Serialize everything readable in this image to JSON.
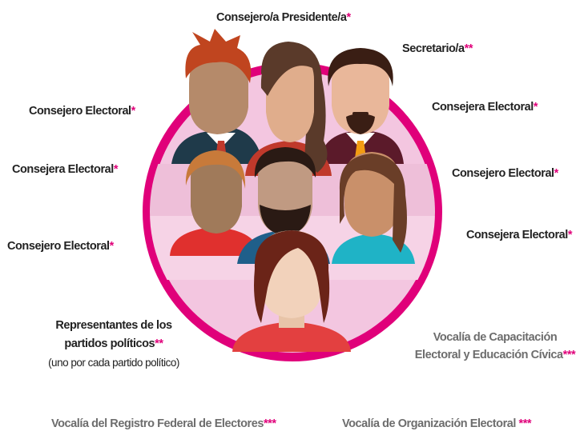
{
  "roles": {
    "presidente": {
      "label": "Consejero/a Presidente/a",
      "mark": "*"
    },
    "secretario": {
      "label": "Secretario/a",
      "mark": "**"
    },
    "consejero_left_1": {
      "label": "Consejero Electoral",
      "mark": "*"
    },
    "consejera_left_2": {
      "label": "Consejera Electoral",
      "mark": "*"
    },
    "consejero_left_3": {
      "label": "Consejero Electoral",
      "mark": "*"
    },
    "consejera_right_1": {
      "label": "Consejera Electoral",
      "mark": "*"
    },
    "consejero_right_2": {
      "label": "Consejero Electoral",
      "mark": "*"
    },
    "consejera_right_3": {
      "label": "Consejera Electoral",
      "mark": "*"
    },
    "representantes": {
      "line1": "Representantes de los",
      "line2": "partidos políticos",
      "mark": "**",
      "note": "(uno por cada partido político)"
    },
    "vocalia_capacitacion": {
      "line1": "Vocalía de Capacitación",
      "line2": "Electoral y Educación Cívica",
      "mark": "***"
    },
    "vocalia_registro": {
      "label": "Vocalía del Registro Federal de Electores",
      "mark": "***"
    },
    "vocalia_organizacion": {
      "label": "Vocalía de Organización Electoral ",
      "mark": "***"
    }
  },
  "colors": {
    "ring": "#e0007a",
    "inner": "#f3c6e0",
    "asterisk": "#e0007a"
  },
  "icons": [
    "people-group-illustration"
  ]
}
